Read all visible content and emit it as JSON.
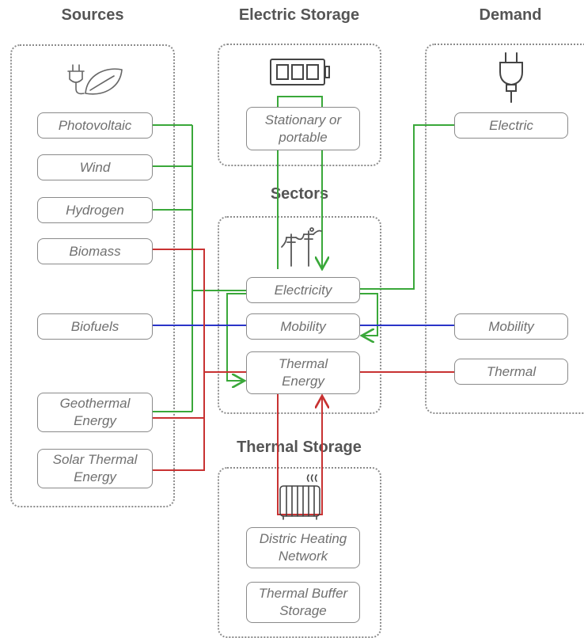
{
  "headings": {
    "sources": "Sources",
    "electric_storage": "Electric Storage",
    "demand": "Demand",
    "sectors": "Sectors",
    "thermal_storage": "Thermal Storage"
  },
  "sources": {
    "photovoltaic": "Photovoltaic",
    "wind": "Wind",
    "hydrogen": "Hydrogen",
    "biomass": "Biomass",
    "biofuels": "Biofuels",
    "geothermal": [
      "Geothermal",
      "Energy"
    ],
    "solar_thermal": [
      "Solar Thermal",
      "Energy"
    ]
  },
  "electric_storage": {
    "stationary": [
      "Stationary or",
      "portable"
    ]
  },
  "sectors": {
    "electricity": "Electricity",
    "mobility": "Mobility",
    "thermal": [
      "Thermal",
      "Energy"
    ]
  },
  "demand": {
    "electric": "Electric",
    "mobility": "Mobility",
    "thermal": "Thermal"
  },
  "thermal_storage": {
    "district_heating": [
      "Distric Heating",
      "Network"
    ],
    "buffer": [
      "Thermal Buffer",
      "Storage"
    ]
  },
  "colors": {
    "electric_flow": "#3aa83a",
    "thermal_flow": "#c83232",
    "mobility_flow": "#2a35c8",
    "box_border": "#8a8a8a",
    "icon": "#666666",
    "heading_text": "#555555",
    "node_text": "#707070"
  },
  "icons": {
    "sources": "plug-leaf-icon",
    "electric_storage": "battery-icon",
    "demand": "electric-plug-icon",
    "sectors": "power-pole-icon",
    "thermal_storage": "radiator-icon"
  }
}
